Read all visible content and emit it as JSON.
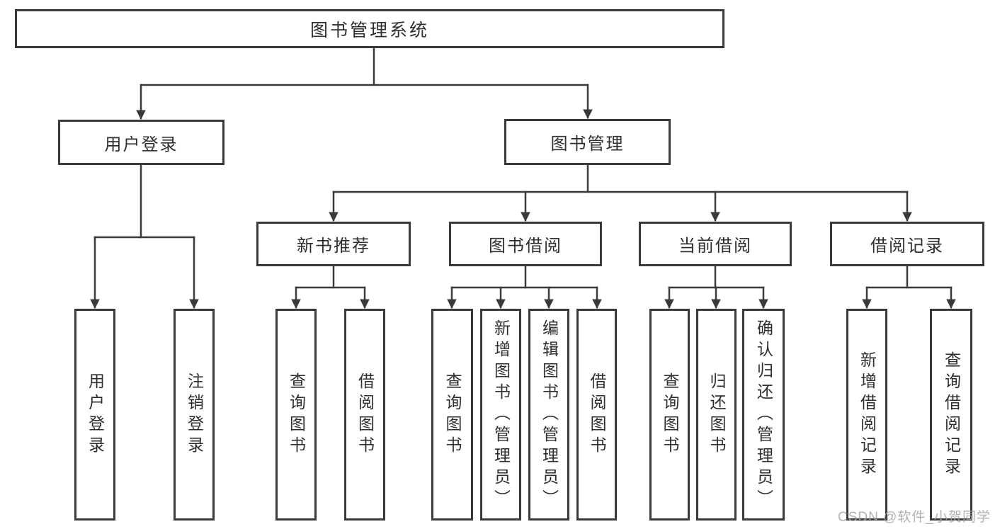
{
  "diagram_type": "hierarchy-tree",
  "tree": {
    "label": "图书管理系统",
    "children": [
      {
        "label": "用户登录",
        "children": [
          {
            "label": "用户登录"
          },
          {
            "label": "注销登录"
          }
        ]
      },
      {
        "label": "图书管理",
        "children": [
          {
            "label": "新书推荐",
            "children": [
              {
                "label": "查询图书"
              },
              {
                "label": "借阅图书"
              }
            ]
          },
          {
            "label": "图书借阅",
            "children": [
              {
                "label": "查询图书"
              },
              {
                "label": "新增图书（管理员）"
              },
              {
                "label": "编辑图书（管理员）"
              },
              {
                "label": "借阅图书"
              }
            ]
          },
          {
            "label": "当前借阅",
            "children": [
              {
                "label": "查询图书"
              },
              {
                "label": "归还图书"
              },
              {
                "label": "确认归还（管理员）"
              }
            ]
          },
          {
            "label": "借阅记录",
            "children": [
              {
                "label": "新增借阅记录"
              },
              {
                "label": "查询借阅记录"
              }
            ]
          }
        ]
      }
    ]
  },
  "watermark": {
    "text": "CSDN @软件_小贺同学"
  },
  "colors": {
    "line": "#3a3a3a",
    "box_border": "#3a3a3a",
    "text": "#2f2f2f",
    "watermark": "#a5a5a5",
    "background": "#ffffff"
  }
}
